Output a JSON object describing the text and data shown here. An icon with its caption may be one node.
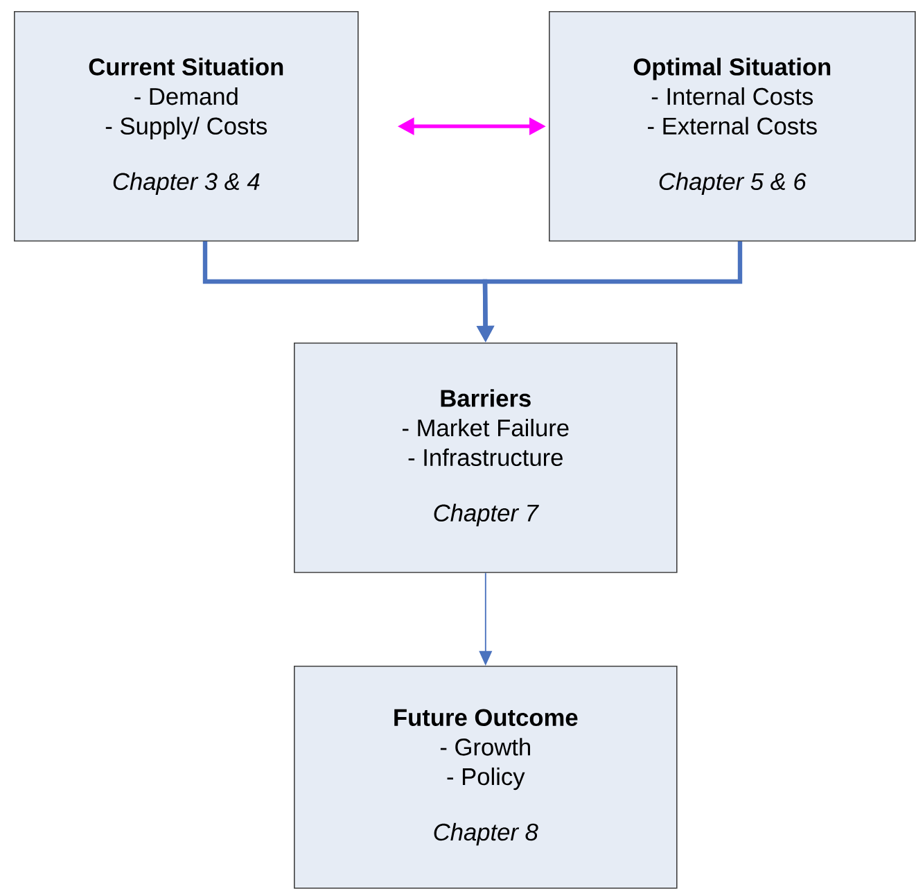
{
  "diagram": {
    "nodes": [
      {
        "text": [
          "Current Situation",
          "- Demand",
          "- Supply/ Costs",
          "Chapter 3 & 4"
        ]
      },
      {
        "text": [
          "Optimal Situation",
          "- Internal Costs",
          "- External Costs",
          "Chapter 5 & 6"
        ]
      },
      {
        "text": [
          "Barriers",
          "- Market Failure",
          "- Infrastructure",
          "Chapter 7"
        ]
      },
      {
        "text": [
          "Future Outcome",
          "- Growth",
          "- Policy",
          "Chapter 8"
        ]
      }
    ],
    "edges": [
      {
        "from": 0,
        "to": 1,
        "arrow": "both",
        "color": "#ff00ff"
      },
      {
        "from": 0,
        "to": 2,
        "arrow": "to"
      },
      {
        "from": 1,
        "to": 2,
        "arrow": "to"
      },
      {
        "from": 2,
        "to": 3,
        "arrow": "to"
      }
    ]
  }
}
